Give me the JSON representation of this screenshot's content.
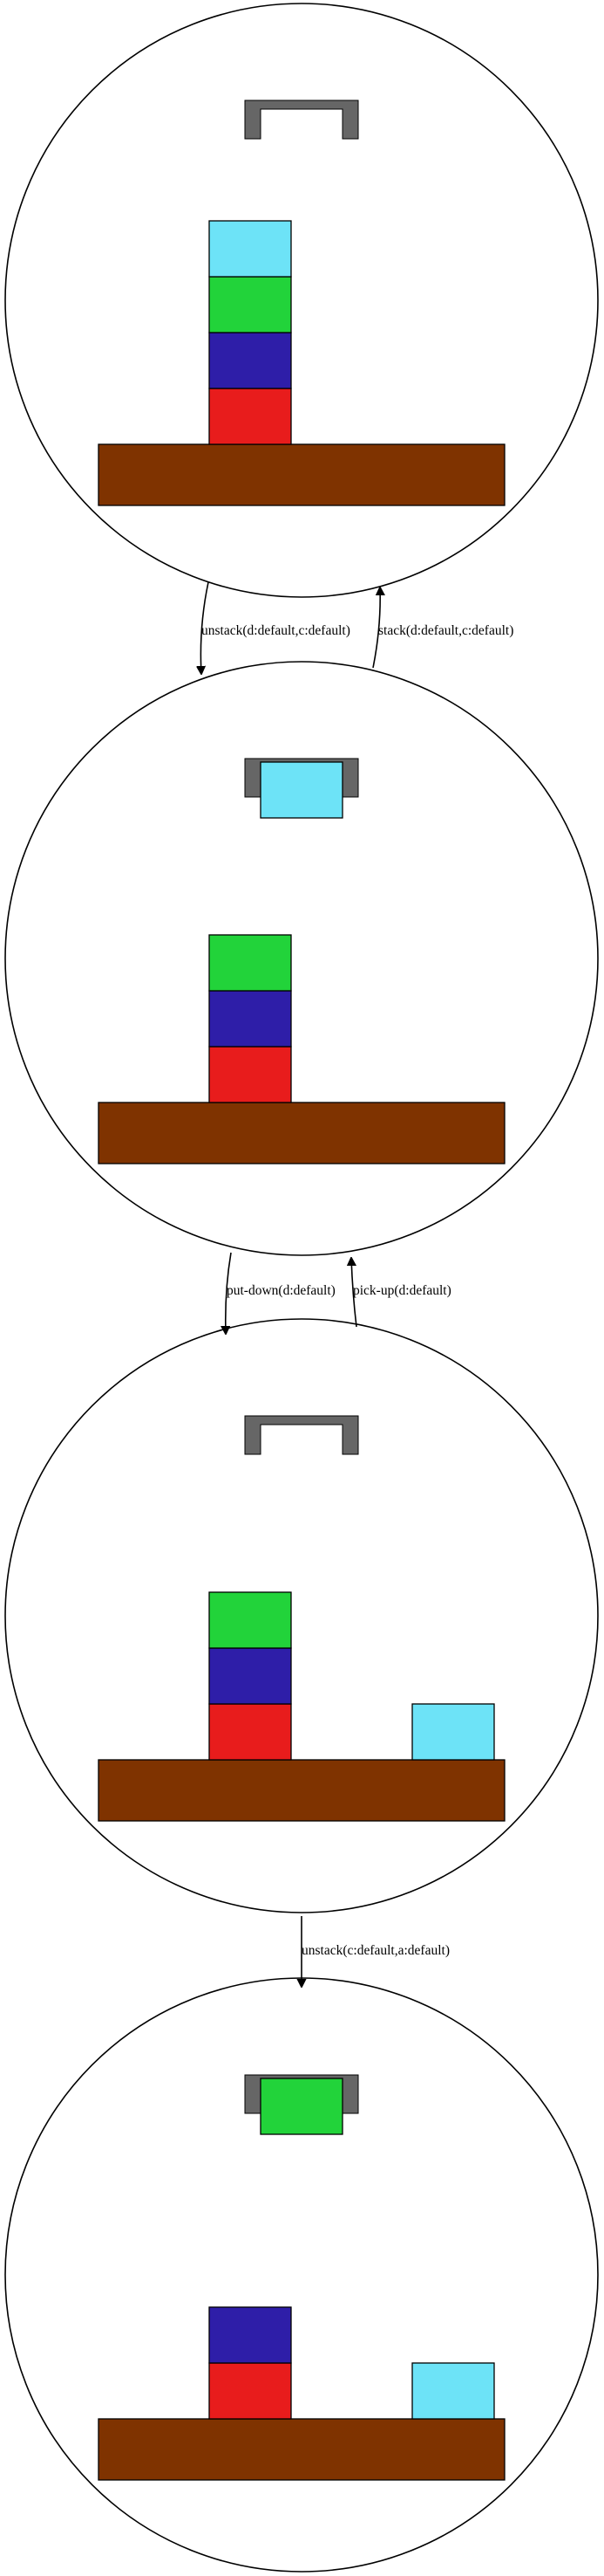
{
  "colors": {
    "block_a": "#e81c1c",
    "block_b": "#2e1ea8",
    "block_c": "#22d33a",
    "block_d": "#6de3f7",
    "table": "#7f3300",
    "gripper": "#666666"
  },
  "states": [
    {
      "holding": null,
      "stacks": [
        {
          "slot": "left",
          "blocks": [
            "a",
            "b",
            "c",
            "d"
          ]
        }
      ]
    },
    {
      "holding": "d",
      "stacks": [
        {
          "slot": "left",
          "blocks": [
            "a",
            "b",
            "c"
          ]
        }
      ]
    },
    {
      "holding": null,
      "stacks": [
        {
          "slot": "left",
          "blocks": [
            "a",
            "b",
            "c"
          ]
        },
        {
          "slot": "right",
          "blocks": [
            "d"
          ]
        }
      ]
    },
    {
      "holding": "c",
      "stacks": [
        {
          "slot": "left",
          "blocks": [
            "a",
            "b"
          ]
        },
        {
          "slot": "right",
          "blocks": [
            "d"
          ]
        }
      ]
    }
  ],
  "edges": [
    {
      "from": 0,
      "to": 1,
      "label": "unstack(d:default,c:default)"
    },
    {
      "from": 1,
      "to": 0,
      "label": "stack(d:default,c:default)"
    },
    {
      "from": 1,
      "to": 2,
      "label": "put-down(d:default)"
    },
    {
      "from": 2,
      "to": 1,
      "label": "pick-up(d:default)"
    },
    {
      "from": 2,
      "to": 3,
      "label": "unstack(c:default,a:default)"
    }
  ]
}
